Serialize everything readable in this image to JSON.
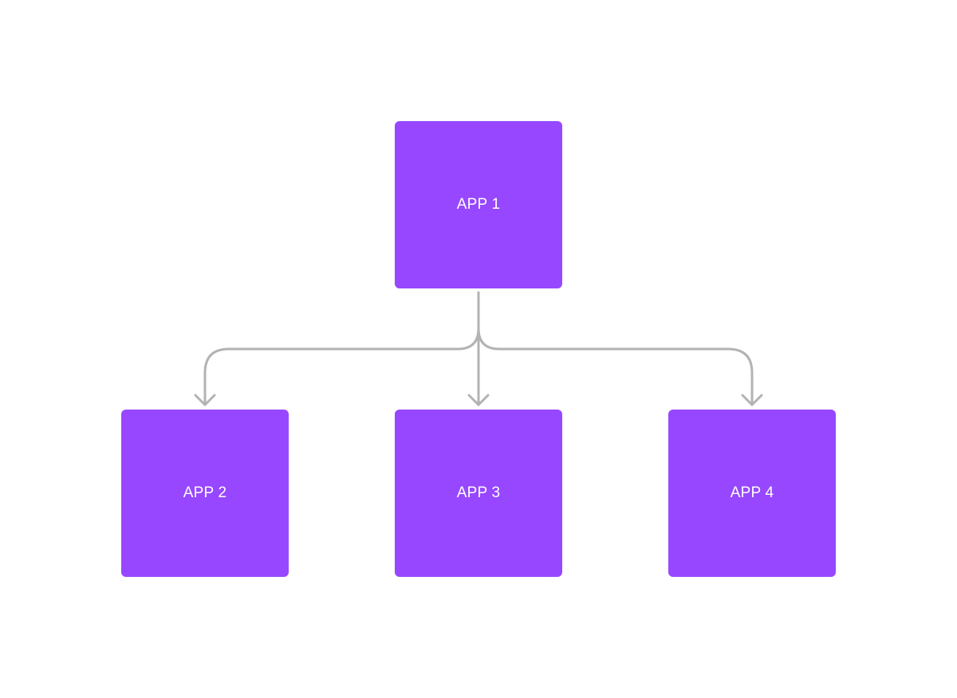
{
  "diagram": {
    "nodes": [
      {
        "id": "app-1",
        "label": "APP 1"
      },
      {
        "id": "app-2",
        "label": "APP 2"
      },
      {
        "id": "app-3",
        "label": "APP 3"
      },
      {
        "id": "app-4",
        "label": "APP 4"
      }
    ],
    "edges": [
      {
        "from": "app-1",
        "to": "app-2"
      },
      {
        "from": "app-1",
        "to": "app-3"
      },
      {
        "from": "app-1",
        "to": "app-4"
      }
    ]
  },
  "colors": {
    "node_fill": "#9747ff",
    "node_text": "#ffffff",
    "connector": "#b3b3b3",
    "background": "#ffffff"
  }
}
